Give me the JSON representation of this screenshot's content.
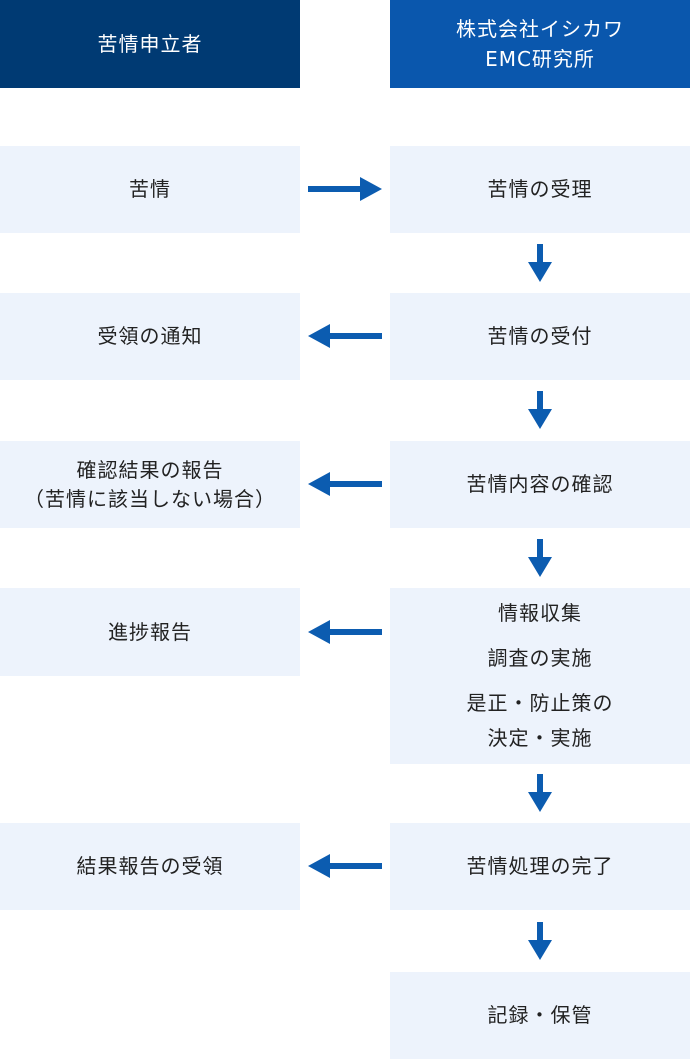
{
  "colors": {
    "header_left_bg": "#003a73",
    "header_right_bg": "#0a57ad",
    "box_bg": "#edf3fc",
    "arrow": "#0c5cb0",
    "box_text": "#222222",
    "header_text": "#ffffff"
  },
  "headers": {
    "complainant": "苦情申立者",
    "company_line1": "株式会社イシカワ",
    "company_line2": "EMC研究所"
  },
  "steps": {
    "left": {
      "complaint": "苦情",
      "receipt_notice": "受領の通知",
      "confirm_report_line1": "確認結果の報告",
      "confirm_report_line2": "（苦情に該当しない場合）",
      "progress_report": "進捗報告",
      "result_receipt": "結果報告の受領"
    },
    "right": {
      "acceptance": "苦情の受理",
      "reception": "苦情の受付",
      "confirmation": "苦情内容の確認",
      "investigation_line1": "情報収集",
      "investigation_line2": "調査の実施",
      "investigation_line3": "是正・防止策の",
      "investigation_line4": "決定・実施",
      "completion": "苦情処理の完了",
      "record": "記録・保管"
    }
  }
}
